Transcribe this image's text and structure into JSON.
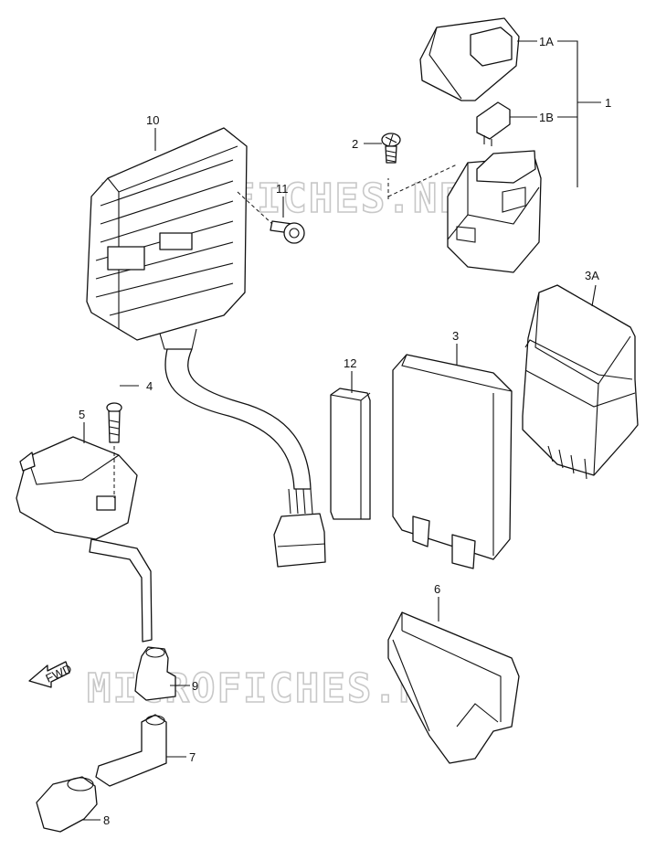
{
  "watermark": "MICROFICHES.NET",
  "direction_tag": "FWD",
  "callouts": [
    {
      "id": "1",
      "text": "1"
    },
    {
      "id": "1A",
      "text": "1A"
    },
    {
      "id": "1B",
      "text": "1B"
    },
    {
      "id": "2",
      "text": "2"
    },
    {
      "id": "3",
      "text": "3"
    },
    {
      "id": "3A",
      "text": "3A"
    },
    {
      "id": "4",
      "text": "4"
    },
    {
      "id": "5",
      "text": "5"
    },
    {
      "id": "6",
      "text": "6"
    },
    {
      "id": "7",
      "text": "7"
    },
    {
      "id": "8",
      "text": "8"
    },
    {
      "id": "9",
      "text": "9"
    },
    {
      "id": "10",
      "text": "10"
    },
    {
      "id": "11",
      "text": "11"
    },
    {
      "id": "12",
      "text": "12"
    }
  ]
}
